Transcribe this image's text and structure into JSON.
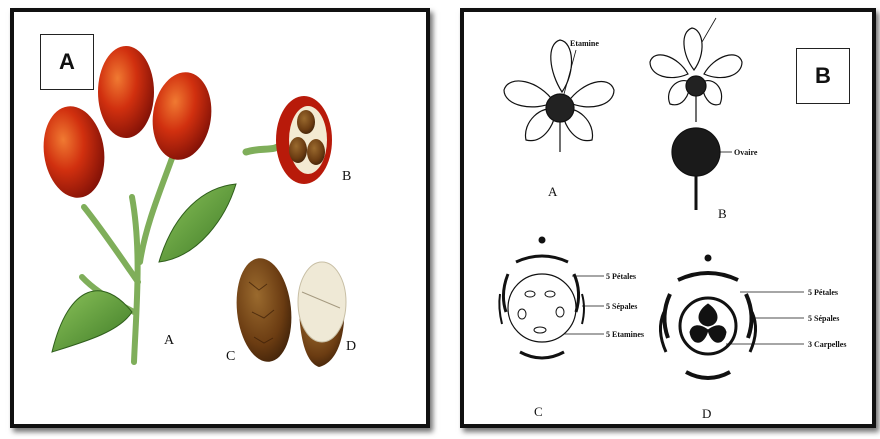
{
  "panel_a": {
    "label": "A",
    "figure_labels": {
      "a": "A",
      "b": "B",
      "c": "C",
      "d": "D"
    }
  },
  "panel_b": {
    "label": "B",
    "figure_labels": {
      "a": "A",
      "b": "B",
      "c": "C",
      "d": "D"
    },
    "annotations": {
      "etamine": "Etamine",
      "ovaire": "Ovaire",
      "c_petales": "5 Pétales",
      "c_sepales": "5 Sépales",
      "c_etamines": "5 Etamines",
      "d_petales": "5 Pétales",
      "d_sepales": "5 Sépales",
      "d_carpelles": "3 Carpelles"
    }
  },
  "colors": {
    "fruit_red": "#c8200e",
    "leaf_green": "#5a9a3a",
    "seed_brown": "#6b3c12",
    "border": "#111111"
  }
}
